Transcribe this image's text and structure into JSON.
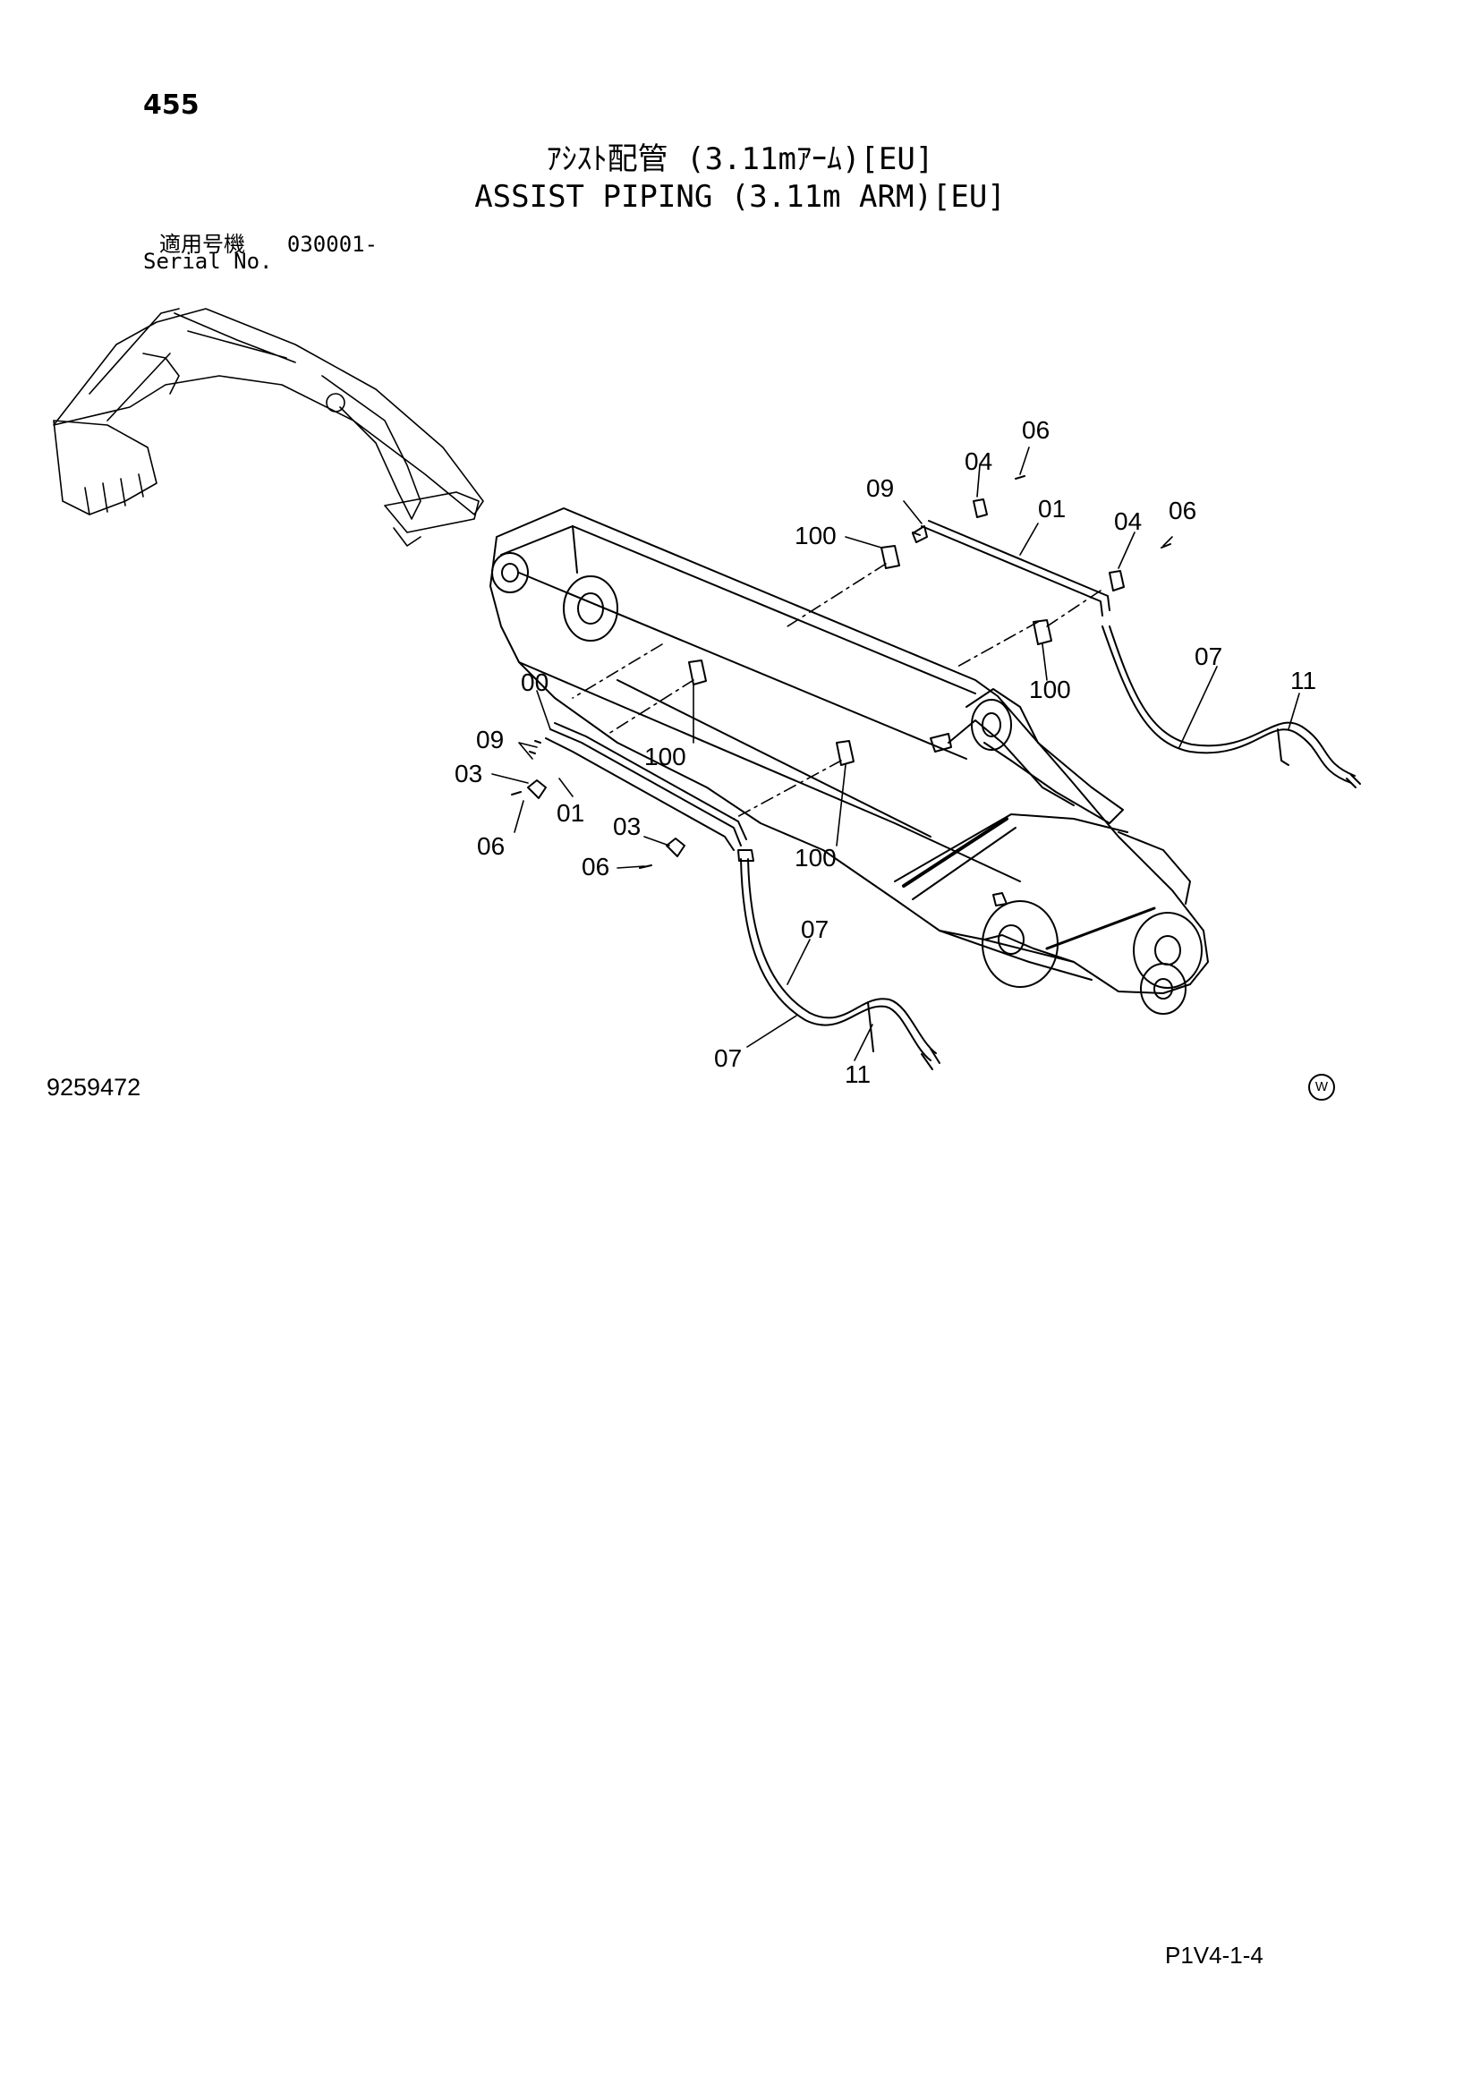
{
  "header": {
    "page_number": "455",
    "title_jp": "ｱｼｽﾄ配管 (3.11mｱｰﾑ)[EU]",
    "title_en": "ASSIST PIPING (3.11m ARM)[EU]",
    "serial_label_jp": "適用号機",
    "serial_value": "030001-",
    "serial_label_en": "Serial No."
  },
  "footer": {
    "drawing_number": "9259472",
    "mark": "W",
    "page_code": "P1V4-1-4"
  },
  "callouts": {
    "c06_top": "06",
    "c04_top": "04",
    "c09_top": "09",
    "c01_top": "01",
    "c04_right": "04",
    "c06_right": "06",
    "c100_top": "100",
    "c07_right": "07",
    "c11_right": "11",
    "c100_mid_right": "100",
    "c00": "00",
    "c09_left": "09",
    "c100_left": "100",
    "c03_left": "03",
    "c01_left": "01",
    "c06_left": "06",
    "c03_mid": "03",
    "c06_mid": "06",
    "c100_bottom": "100",
    "c07_lower": "07",
    "c07_bottom": "07",
    "c11_bottom": "11"
  }
}
